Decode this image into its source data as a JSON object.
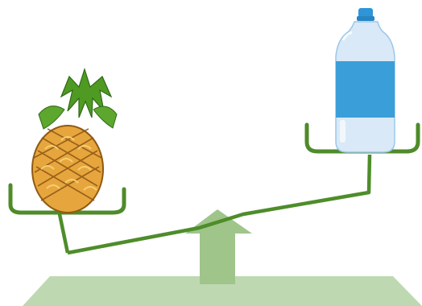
{
  "scene": {
    "left_object": "pineapple",
    "right_object": "water-bottle",
    "heavier_side": "left",
    "colors": {
      "background": "#ffffff",
      "beam": "#4e8d2a",
      "pan": "#4f8b2a",
      "stand": "#9fc58b",
      "base": "#b7d5a8",
      "pineapple_body": "#e7a63d",
      "pineapple_leaves": "#4f9a22",
      "bottle_water": "#3a9fd9",
      "bottle_glass": "#d9e9f7",
      "bottle_cap": "#2e95d8"
    }
  }
}
